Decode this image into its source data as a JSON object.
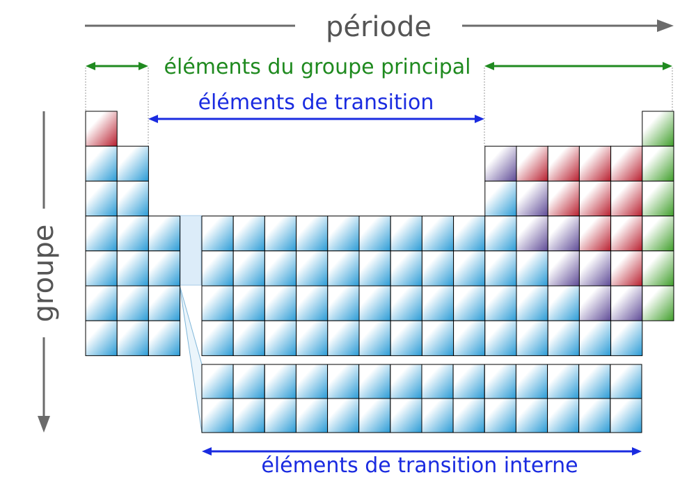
{
  "labels": {
    "period": "période",
    "group": "groupe",
    "main_group": "éléments du groupe principal",
    "transition": "éléments de transition",
    "inner_transition": "éléments de transition interne"
  },
  "colors": {
    "blue_block": "#2a9bd6",
    "red_block": "#b81e2e",
    "purple_block": "#5e4a96",
    "green_block": "#3f9e2a",
    "gray_arrow": "#6b6b6b",
    "green_label": "#1f8a1f",
    "blue_label": "#1a2be0",
    "cell_border": "#000000"
  },
  "table": {
    "rows": 7,
    "main_columns": 18,
    "inner_transition_rows": 2,
    "inner_transition_columns": 14,
    "cells": [
      {
        "row": 1,
        "col": 1,
        "color": "red_block"
      },
      {
        "row": 1,
        "col": 18,
        "color": "green_block"
      },
      {
        "row": 2,
        "col": 1,
        "color": "blue_block"
      },
      {
        "row": 2,
        "col": 2,
        "color": "blue_block"
      },
      {
        "row": 2,
        "col": 13,
        "color": "purple_block"
      },
      {
        "row": 2,
        "col": 14,
        "color": "red_block"
      },
      {
        "row": 2,
        "col": 15,
        "color": "red_block"
      },
      {
        "row": 2,
        "col": 16,
        "color": "red_block"
      },
      {
        "row": 2,
        "col": 17,
        "color": "red_block"
      },
      {
        "row": 2,
        "col": 18,
        "color": "green_block"
      },
      {
        "row": 3,
        "col": 1,
        "color": "blue_block"
      },
      {
        "row": 3,
        "col": 2,
        "color": "blue_block"
      },
      {
        "row": 3,
        "col": 13,
        "color": "blue_block"
      },
      {
        "row": 3,
        "col": 14,
        "color": "purple_block"
      },
      {
        "row": 3,
        "col": 15,
        "color": "red_block"
      },
      {
        "row": 3,
        "col": 16,
        "color": "red_block"
      },
      {
        "row": 3,
        "col": 17,
        "color": "red_block"
      },
      {
        "row": 3,
        "col": 18,
        "color": "green_block"
      },
      {
        "row": 4,
        "col": 1,
        "color": "blue_block"
      },
      {
        "row": 4,
        "col": 2,
        "color": "blue_block"
      },
      {
        "row": 4,
        "col": 3,
        "color": "blue_block"
      },
      {
        "row": 4,
        "col": 4,
        "color": "blue_block"
      },
      {
        "row": 4,
        "col": 5,
        "color": "blue_block"
      },
      {
        "row": 4,
        "col": 6,
        "color": "blue_block"
      },
      {
        "row": 4,
        "col": 7,
        "color": "blue_block"
      },
      {
        "row": 4,
        "col": 8,
        "color": "blue_block"
      },
      {
        "row": 4,
        "col": 9,
        "color": "blue_block"
      },
      {
        "row": 4,
        "col": 10,
        "color": "blue_block"
      },
      {
        "row": 4,
        "col": 11,
        "color": "blue_block"
      },
      {
        "row": 4,
        "col": 12,
        "color": "blue_block"
      },
      {
        "row": 4,
        "col": 13,
        "color": "blue_block"
      },
      {
        "row": 4,
        "col": 14,
        "color": "purple_block"
      },
      {
        "row": 4,
        "col": 15,
        "color": "purple_block"
      },
      {
        "row": 4,
        "col": 16,
        "color": "red_block"
      },
      {
        "row": 4,
        "col": 17,
        "color": "red_block"
      },
      {
        "row": 4,
        "col": 18,
        "color": "green_block"
      },
      {
        "row": 5,
        "col": 1,
        "color": "blue_block"
      },
      {
        "row": 5,
        "col": 2,
        "color": "blue_block"
      },
      {
        "row": 5,
        "col": 3,
        "color": "blue_block"
      },
      {
        "row": 5,
        "col": 4,
        "color": "blue_block"
      },
      {
        "row": 5,
        "col": 5,
        "color": "blue_block"
      },
      {
        "row": 5,
        "col": 6,
        "color": "blue_block"
      },
      {
        "row": 5,
        "col": 7,
        "color": "blue_block"
      },
      {
        "row": 5,
        "col": 8,
        "color": "blue_block"
      },
      {
        "row": 5,
        "col": 9,
        "color": "blue_block"
      },
      {
        "row": 5,
        "col": 10,
        "color": "blue_block"
      },
      {
        "row": 5,
        "col": 11,
        "color": "blue_block"
      },
      {
        "row": 5,
        "col": 12,
        "color": "blue_block"
      },
      {
        "row": 5,
        "col": 13,
        "color": "blue_block"
      },
      {
        "row": 5,
        "col": 14,
        "color": "blue_block"
      },
      {
        "row": 5,
        "col": 15,
        "color": "purple_block"
      },
      {
        "row": 5,
        "col": 16,
        "color": "purple_block"
      },
      {
        "row": 5,
        "col": 17,
        "color": "red_block"
      },
      {
        "row": 5,
        "col": 18,
        "color": "green_block"
      },
      {
        "row": 6,
        "col": 1,
        "color": "blue_block"
      },
      {
        "row": 6,
        "col": 2,
        "color": "blue_block"
      },
      {
        "row": 6,
        "col": 3,
        "color": "blue_block"
      },
      {
        "row": 6,
        "col": 4,
        "color": "blue_block"
      },
      {
        "row": 6,
        "col": 5,
        "color": "blue_block"
      },
      {
        "row": 6,
        "col": 6,
        "color": "blue_block"
      },
      {
        "row": 6,
        "col": 7,
        "color": "blue_block"
      },
      {
        "row": 6,
        "col": 8,
        "color": "blue_block"
      },
      {
        "row": 6,
        "col": 9,
        "color": "blue_block"
      },
      {
        "row": 6,
        "col": 10,
        "color": "blue_block"
      },
      {
        "row": 6,
        "col": 11,
        "color": "blue_block"
      },
      {
        "row": 6,
        "col": 12,
        "color": "blue_block"
      },
      {
        "row": 6,
        "col": 13,
        "color": "blue_block"
      },
      {
        "row": 6,
        "col": 14,
        "color": "blue_block"
      },
      {
        "row": 6,
        "col": 15,
        "color": "blue_block"
      },
      {
        "row": 6,
        "col": 16,
        "color": "purple_block"
      },
      {
        "row": 6,
        "col": 17,
        "color": "purple_block"
      },
      {
        "row": 6,
        "col": 18,
        "color": "green_block"
      },
      {
        "row": 7,
        "col": 1,
        "color": "blue_block"
      },
      {
        "row": 7,
        "col": 2,
        "color": "blue_block"
      },
      {
        "row": 7,
        "col": 3,
        "color": "blue_block"
      },
      {
        "row": 7,
        "col": 4,
        "color": "blue_block"
      },
      {
        "row": 7,
        "col": 5,
        "color": "blue_block"
      },
      {
        "row": 7,
        "col": 6,
        "color": "blue_block"
      },
      {
        "row": 7,
        "col": 7,
        "color": "blue_block"
      },
      {
        "row": 7,
        "col": 8,
        "color": "blue_block"
      },
      {
        "row": 7,
        "col": 9,
        "color": "blue_block"
      },
      {
        "row": 7,
        "col": 10,
        "color": "blue_block"
      },
      {
        "row": 7,
        "col": 11,
        "color": "blue_block"
      },
      {
        "row": 7,
        "col": 12,
        "color": "blue_block"
      },
      {
        "row": 7,
        "col": 13,
        "color": "blue_block"
      },
      {
        "row": 7,
        "col": 14,
        "color": "blue_block"
      },
      {
        "row": 7,
        "col": 15,
        "color": "blue_block"
      },
      {
        "row": 7,
        "col": 16,
        "color": "blue_block"
      },
      {
        "row": 7,
        "col": 17,
        "color": "blue_block"
      }
    ]
  }
}
